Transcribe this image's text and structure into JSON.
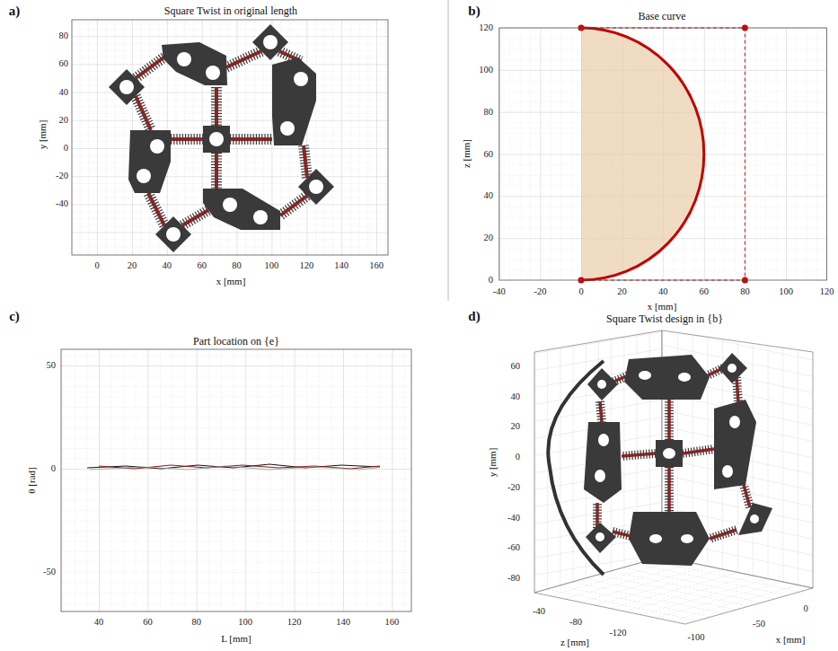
{
  "diagram": {
    "labels": [
      "a)",
      "Square Twist in original length",
      "80",
      "60",
      "40",
      "20",
      "0",
      "-20",
      "-40",
      "0",
      "20",
      "40",
      "60",
      "80",
      "100",
      "120",
      "140",
      "160",
      "x [mm]",
      "y [mm]",
      "b)",
      "Base curve",
      "120",
      "100",
      "80",
      "60",
      "40",
      "20",
      "0",
      "-40",
      "-20",
      "0",
      "20",
      "40",
      "60",
      "80",
      "100",
      "120",
      "x [mm]",
      "z [mm]",
      "c)",
      "Part location on {e}",
      "50",
      "0",
      "-50",
      "40",
      "60",
      "80",
      "100",
      "120",
      "140",
      "160",
      "L [mm]",
      "θ [rad]",
      "d)",
      "Square Twist design in {b}",
      "60",
      "40",
      "20",
      "0",
      "-20",
      "-40",
      "-60",
      "-80",
      "-40",
      "-80",
      "-120",
      "-100",
      "-50",
      "0",
      "y [mm]",
      "z [mm]",
      "x [mm]"
    ]
  }
}
